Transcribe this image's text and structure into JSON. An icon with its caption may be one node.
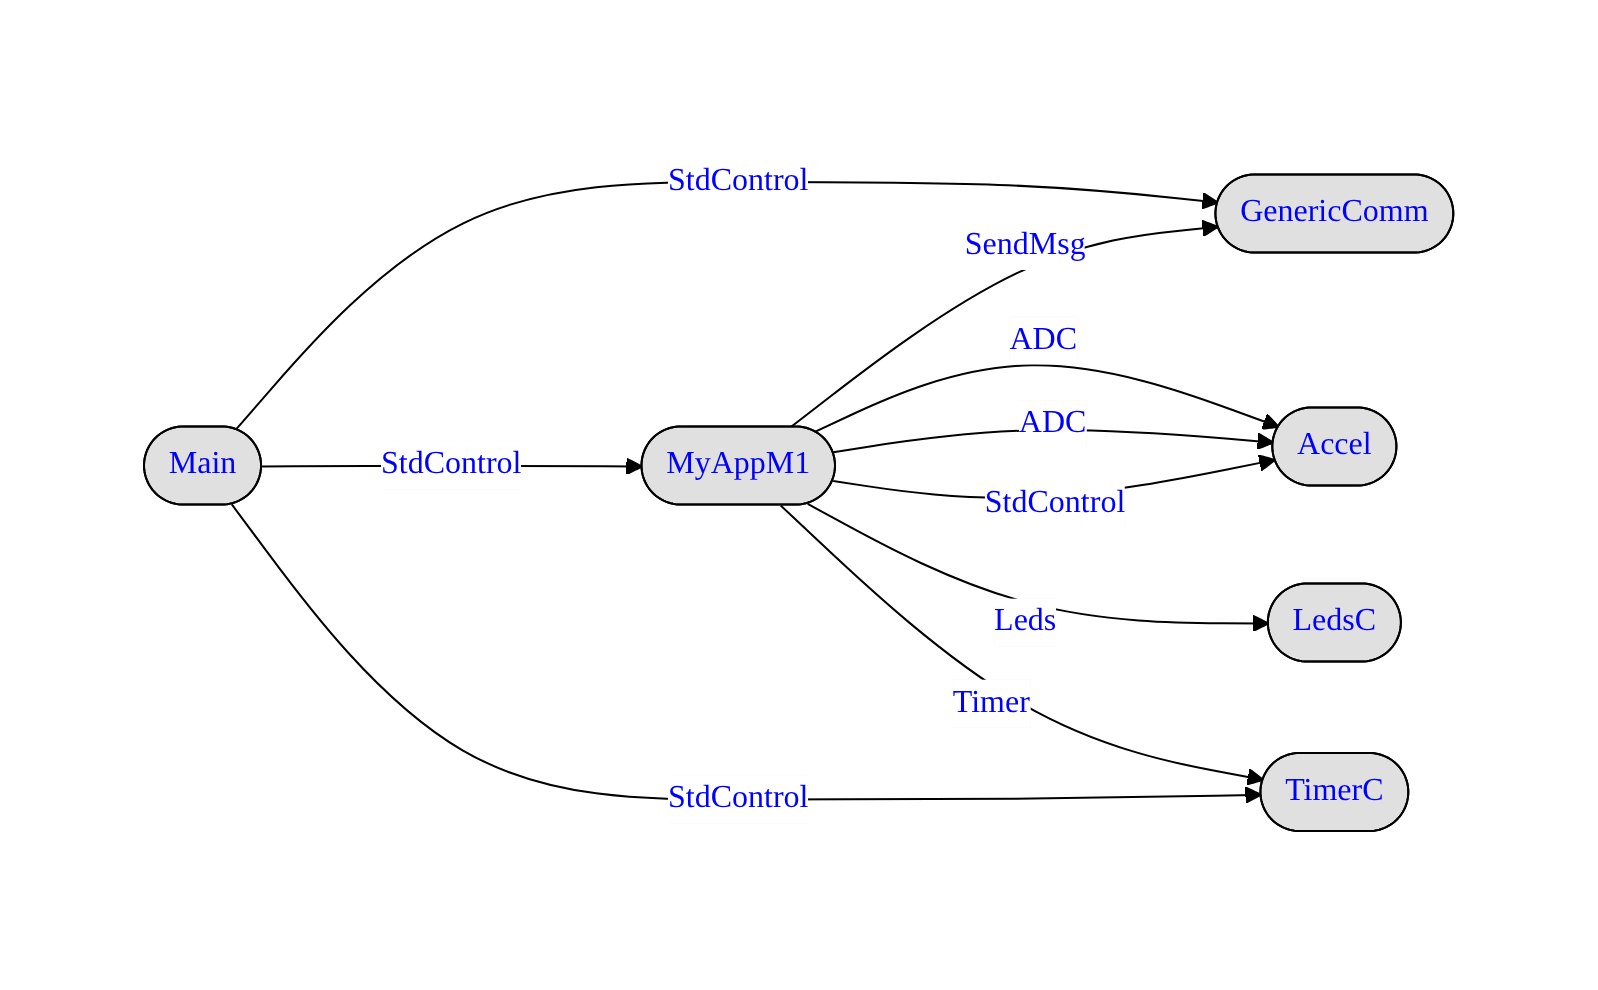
{
  "diagram": {
    "nodes": [
      {
        "text": [
          "Main"
        ]
      },
      {
        "text": [
          "MyAppM1"
        ]
      },
      {
        "text": [
          "GenericComm"
        ]
      },
      {
        "text": [
          "Accel"
        ]
      },
      {
        "text": [
          "LedsC"
        ]
      },
      {
        "text": [
          "TimerC"
        ]
      }
    ],
    "edges": [
      {
        "from": 0,
        "to": 2,
        "arrow": "to",
        "label": "StdControl"
      },
      {
        "from": 0,
        "to": 1,
        "arrow": "to",
        "label": "StdControl"
      },
      {
        "from": 0,
        "to": 5,
        "arrow": "to",
        "label": "StdControl"
      },
      {
        "from": 1,
        "to": 2,
        "arrow": "to",
        "label": "SendMsg"
      },
      {
        "from": 1,
        "to": 3,
        "arrow": "to",
        "label": "ADC"
      },
      {
        "from": 1,
        "to": 3,
        "arrow": "to",
        "label": "ADC"
      },
      {
        "from": 1,
        "to": 3,
        "arrow": "to",
        "label": "StdControl"
      },
      {
        "from": 1,
        "to": 4,
        "arrow": "to",
        "label": "Leds"
      },
      {
        "from": 1,
        "to": 5,
        "arrow": "to",
        "label": "Timer"
      }
    ]
  }
}
